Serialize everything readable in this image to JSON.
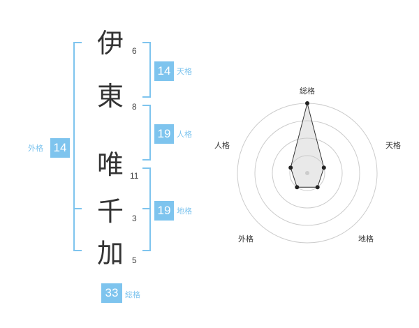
{
  "characters": [
    {
      "char": "伊",
      "strokes": "6"
    },
    {
      "char": "東",
      "strokes": "8"
    },
    {
      "char": "唯",
      "strokes": "11"
    },
    {
      "char": "千",
      "strokes": "3"
    },
    {
      "char": "加",
      "strokes": "5"
    }
  ],
  "kaku": {
    "tenkaku": {
      "value": "14",
      "label": "天格"
    },
    "jinkaku": {
      "value": "19",
      "label": "人格"
    },
    "chikaku": {
      "value": "19",
      "label": "地格"
    },
    "gaikaku": {
      "value": "14",
      "label": "外格"
    },
    "soukaku": {
      "value": "33",
      "label": "総格"
    }
  },
  "colors": {
    "accent": "#7ec4ee",
    "text": "#333333",
    "radar_ring": "#cccccc"
  },
  "chart_data": {
    "type": "radar",
    "axes": [
      "総格",
      "天格",
      "地格",
      "外格",
      "人格"
    ],
    "values": [
      4,
      1,
      1,
      1,
      1
    ],
    "rings": 4
  }
}
